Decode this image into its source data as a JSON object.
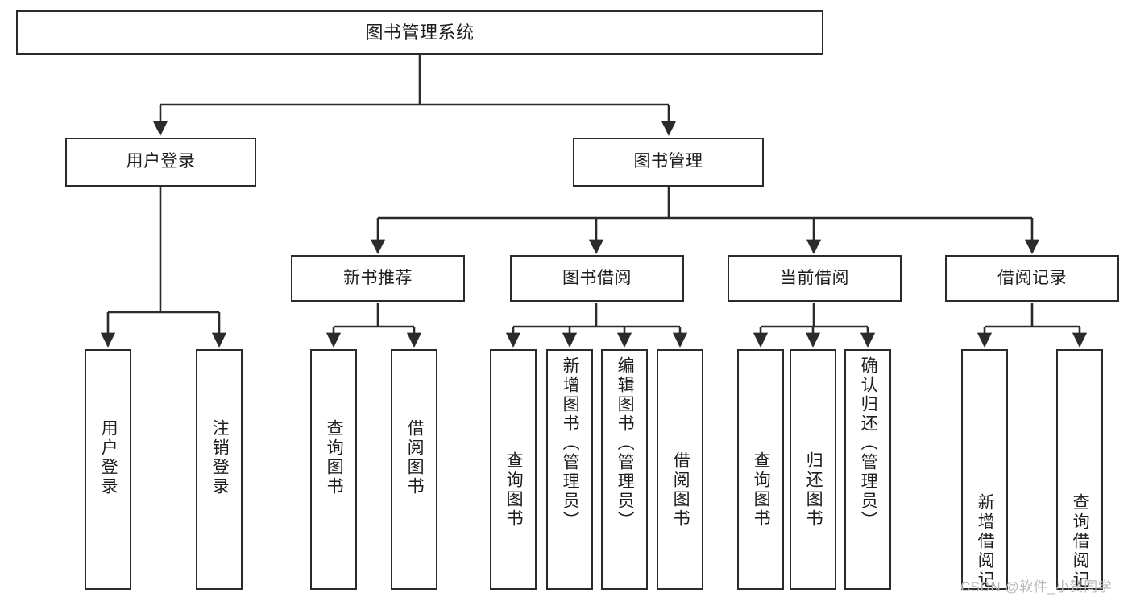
{
  "diagram": {
    "title": "图书管理系统",
    "type": "tree",
    "root": {
      "label": "图书管理系统"
    },
    "level2": [
      {
        "label": "用户登录"
      },
      {
        "label": "图书管理"
      }
    ],
    "level3": [
      {
        "label": "新书推荐"
      },
      {
        "label": "图书借阅"
      },
      {
        "label": "当前借阅"
      },
      {
        "label": "借阅记录"
      }
    ],
    "leaves": {
      "user_login": [
        {
          "label": "用户登录"
        },
        {
          "label": "注销登录"
        }
      ],
      "new_book_recommend": [
        {
          "label": "查询图书"
        },
        {
          "label": "借阅图书"
        }
      ],
      "book_borrow": [
        {
          "label": "查询图书"
        },
        {
          "label": "新增图书（管理员）"
        },
        {
          "label": "编辑图书（管理员）"
        },
        {
          "label": "借阅图书"
        }
      ],
      "current_borrow": [
        {
          "label": "查询图书"
        },
        {
          "label": "归还图书"
        },
        {
          "label": "确认归还（管理员）"
        }
      ],
      "borrow_record": [
        {
          "label": "新增借阅记录"
        },
        {
          "label": "查询借阅记录"
        }
      ]
    }
  },
  "watermark": {
    "text": "CSDN @软件_小贺同学"
  },
  "colors": {
    "box_border": "#2b2b2b",
    "box_fill": "#ffffff",
    "line": "#2b2b2b",
    "text": "#1d1d1d",
    "watermark": "#b9b9b9",
    "background": "#ffffff"
  }
}
